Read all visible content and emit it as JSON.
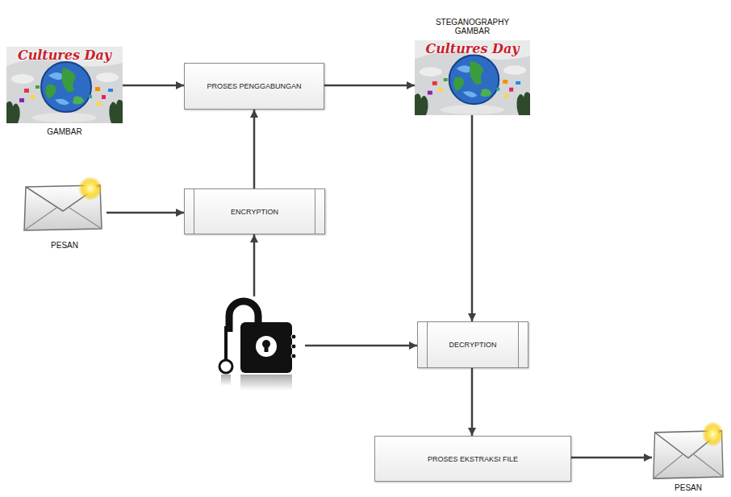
{
  "diagram": {
    "nodes": [
      {
        "text": [
          "GAMBAR"
        ]
      },
      {
        "text": [
          "PROSES PENGGABUNGAN"
        ]
      },
      {
        "text": [
          "STEGANOGRAPHY GAMBAR"
        ]
      },
      {
        "text": [
          "PESAN"
        ]
      },
      {
        "text": [
          "ENCRYPTION"
        ]
      },
      {
        "text": []
      },
      {
        "text": [
          "DECRYPTION"
        ]
      },
      {
        "text": [
          "PROSES EKSTRAKSI FILE"
        ]
      },
      {
        "text": [
          "PESAN"
        ]
      }
    ],
    "edges": [
      {
        "from": 0,
        "to": 1,
        "arrow": "to"
      },
      {
        "from": 1,
        "to": 2,
        "arrow": "to"
      },
      {
        "from": 3,
        "to": 4,
        "arrow": "to"
      },
      {
        "from": 4,
        "to": 1,
        "arrow": "to"
      },
      {
        "from": 5,
        "to": 4,
        "arrow": "to"
      },
      {
        "from": 5,
        "to": 6,
        "arrow": "to"
      },
      {
        "from": 2,
        "to": 6,
        "arrow": "to"
      },
      {
        "from": 6,
        "to": 7,
        "arrow": "to"
      },
      {
        "from": 7,
        "to": 8,
        "arrow": "to"
      }
    ],
    "labels": [
      "Cultures Day",
      "Cultures Day"
    ]
  }
}
